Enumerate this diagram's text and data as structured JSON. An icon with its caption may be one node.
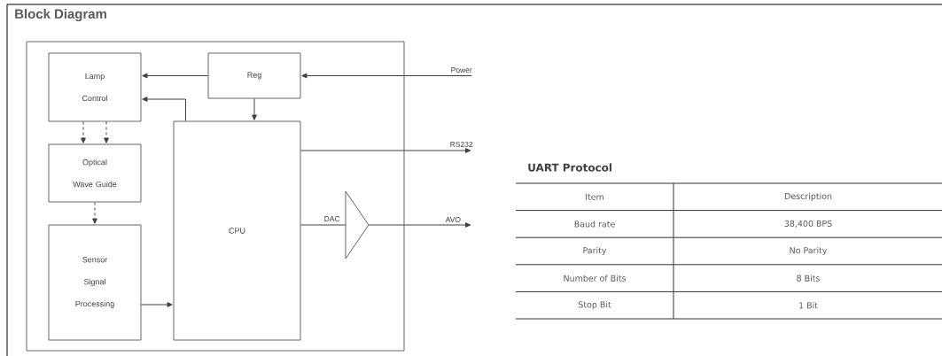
{
  "diagram": {
    "title": "Block Diagram",
    "nodes": [
      {
        "text": [],
        "shape": "box"
      },
      {
        "text": [
          "Lamp Control"
        ],
        "in": 0
      },
      {
        "text": [
          "Reg"
        ],
        "in": 0
      },
      {
        "text": [
          "Optical Wave Guide"
        ],
        "in": 0
      },
      {
        "text": [
          "Sensor Signal Processing"
        ],
        "in": 0
      },
      {
        "text": [
          "CPU"
        ],
        "in": 0
      },
      {
        "text": [],
        "shape": "triangle",
        "in": 0
      }
    ],
    "edges": [
      {
        "from": 2,
        "to": 1,
        "arrow": "to"
      },
      {
        "from": 5,
        "to": 1,
        "arrow": "to"
      },
      {
        "from": 2,
        "to": 5,
        "arrow": "to"
      },
      {
        "from": 1,
        "to": 3,
        "arrow": "to",
        "style": "dashed"
      },
      {
        "from": 1,
        "to": 3,
        "arrow": "to",
        "style": "dashed"
      },
      {
        "from": 3,
        "to": 4,
        "arrow": "to",
        "style": "dashed"
      },
      {
        "from": 4,
        "to": 5,
        "arrow": "to"
      },
      {
        "from": null,
        "to": 2,
        "arrow": "to",
        "label": "Power"
      },
      {
        "from": 5,
        "to": null,
        "arrow": "to",
        "label": "RS232"
      },
      {
        "from": 5,
        "to": 6,
        "arrow": "none",
        "label": "DAC"
      },
      {
        "from": 6,
        "to": null,
        "arrow": "to",
        "label": "AVO"
      }
    ],
    "labels": [
      "UART Protocol",
      "Item",
      "Description",
      "Baud rate",
      "38,400 BPS",
      "Parity",
      "No Parity",
      "Number of Bits",
      "8 Bits",
      "Stop Bit",
      "1 Bit"
    ]
  }
}
